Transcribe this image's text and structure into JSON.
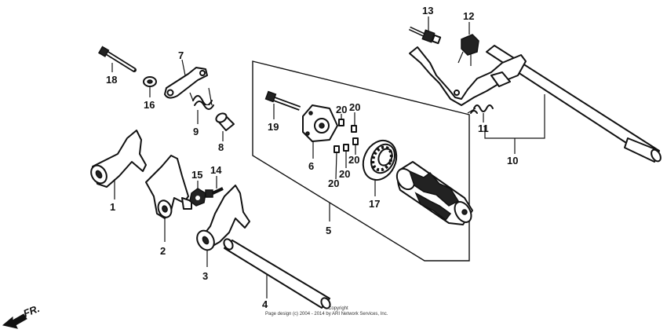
{
  "parts": [
    {
      "id": "p1",
      "number": "1"
    },
    {
      "id": "p2",
      "number": "2"
    },
    {
      "id": "p3",
      "number": "3"
    },
    {
      "id": "p4",
      "number": "4"
    },
    {
      "id": "p5",
      "number": "5"
    },
    {
      "id": "p6",
      "number": "6"
    },
    {
      "id": "p7",
      "number": "7"
    },
    {
      "id": "p8",
      "number": "8"
    },
    {
      "id": "p9",
      "number": "9"
    },
    {
      "id": "p10",
      "number": "10"
    },
    {
      "id": "p11",
      "number": "11"
    },
    {
      "id": "p12",
      "number": "12"
    },
    {
      "id": "p13",
      "number": "13"
    },
    {
      "id": "p14",
      "number": "14"
    },
    {
      "id": "p15",
      "number": "15"
    },
    {
      "id": "p16",
      "number": "16"
    },
    {
      "id": "p17",
      "number": "17"
    },
    {
      "id": "p18",
      "number": "18"
    },
    {
      "id": "p19",
      "number": "19"
    },
    {
      "id": "p20a",
      "number": "20"
    },
    {
      "id": "p20b",
      "number": "20"
    },
    {
      "id": "p20c",
      "number": "20"
    },
    {
      "id": "p20d",
      "number": "20"
    },
    {
      "id": "p20e",
      "number": "20"
    }
  ],
  "direction_label": "FR.",
  "copyright": {
    "line1": "Copyright",
    "line2": "Page design (c) 2004 - 2014 by ARI Network Services, Inc."
  }
}
